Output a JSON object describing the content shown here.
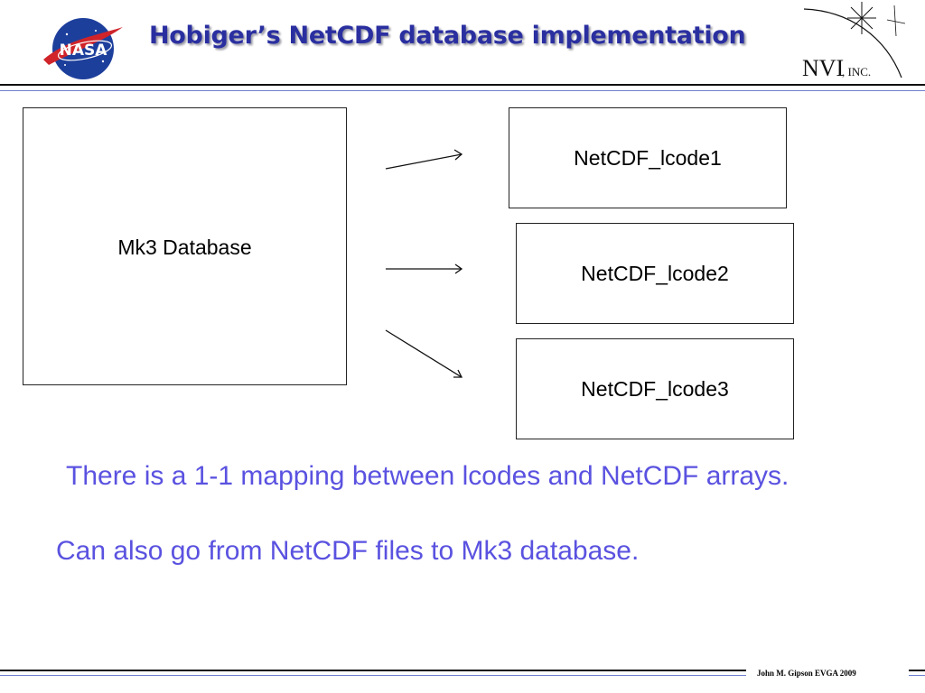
{
  "header": {
    "title": "Hobiger’s NetCDF  database implementation",
    "nasa_logo_text": "NASA",
    "nvi_logo_text": "NVI",
    "nvi_logo_suffix": ", INC."
  },
  "diagram": {
    "source": {
      "label": "Mk3 Database"
    },
    "targets": [
      {
        "label": "NetCDF_lcode1"
      },
      {
        "label": "NetCDF_lcode2"
      },
      {
        "label": "NetCDF_lcode3"
      }
    ]
  },
  "notes": [
    "There is a 1-1 mapping between lcodes and NetCDF arrays.",
    "Can also go from NetCDF files to Mk3 database."
  ],
  "footer": {
    "credit": "John M. Gipson EVGA  2009"
  },
  "colors": {
    "title": "#2a2fa0",
    "note": "#5a52e0",
    "nasa_blue": "#1d3f9c",
    "nasa_red": "#d0242a"
  },
  "icons": [
    "nasa-logo",
    "nvi-logo"
  ]
}
